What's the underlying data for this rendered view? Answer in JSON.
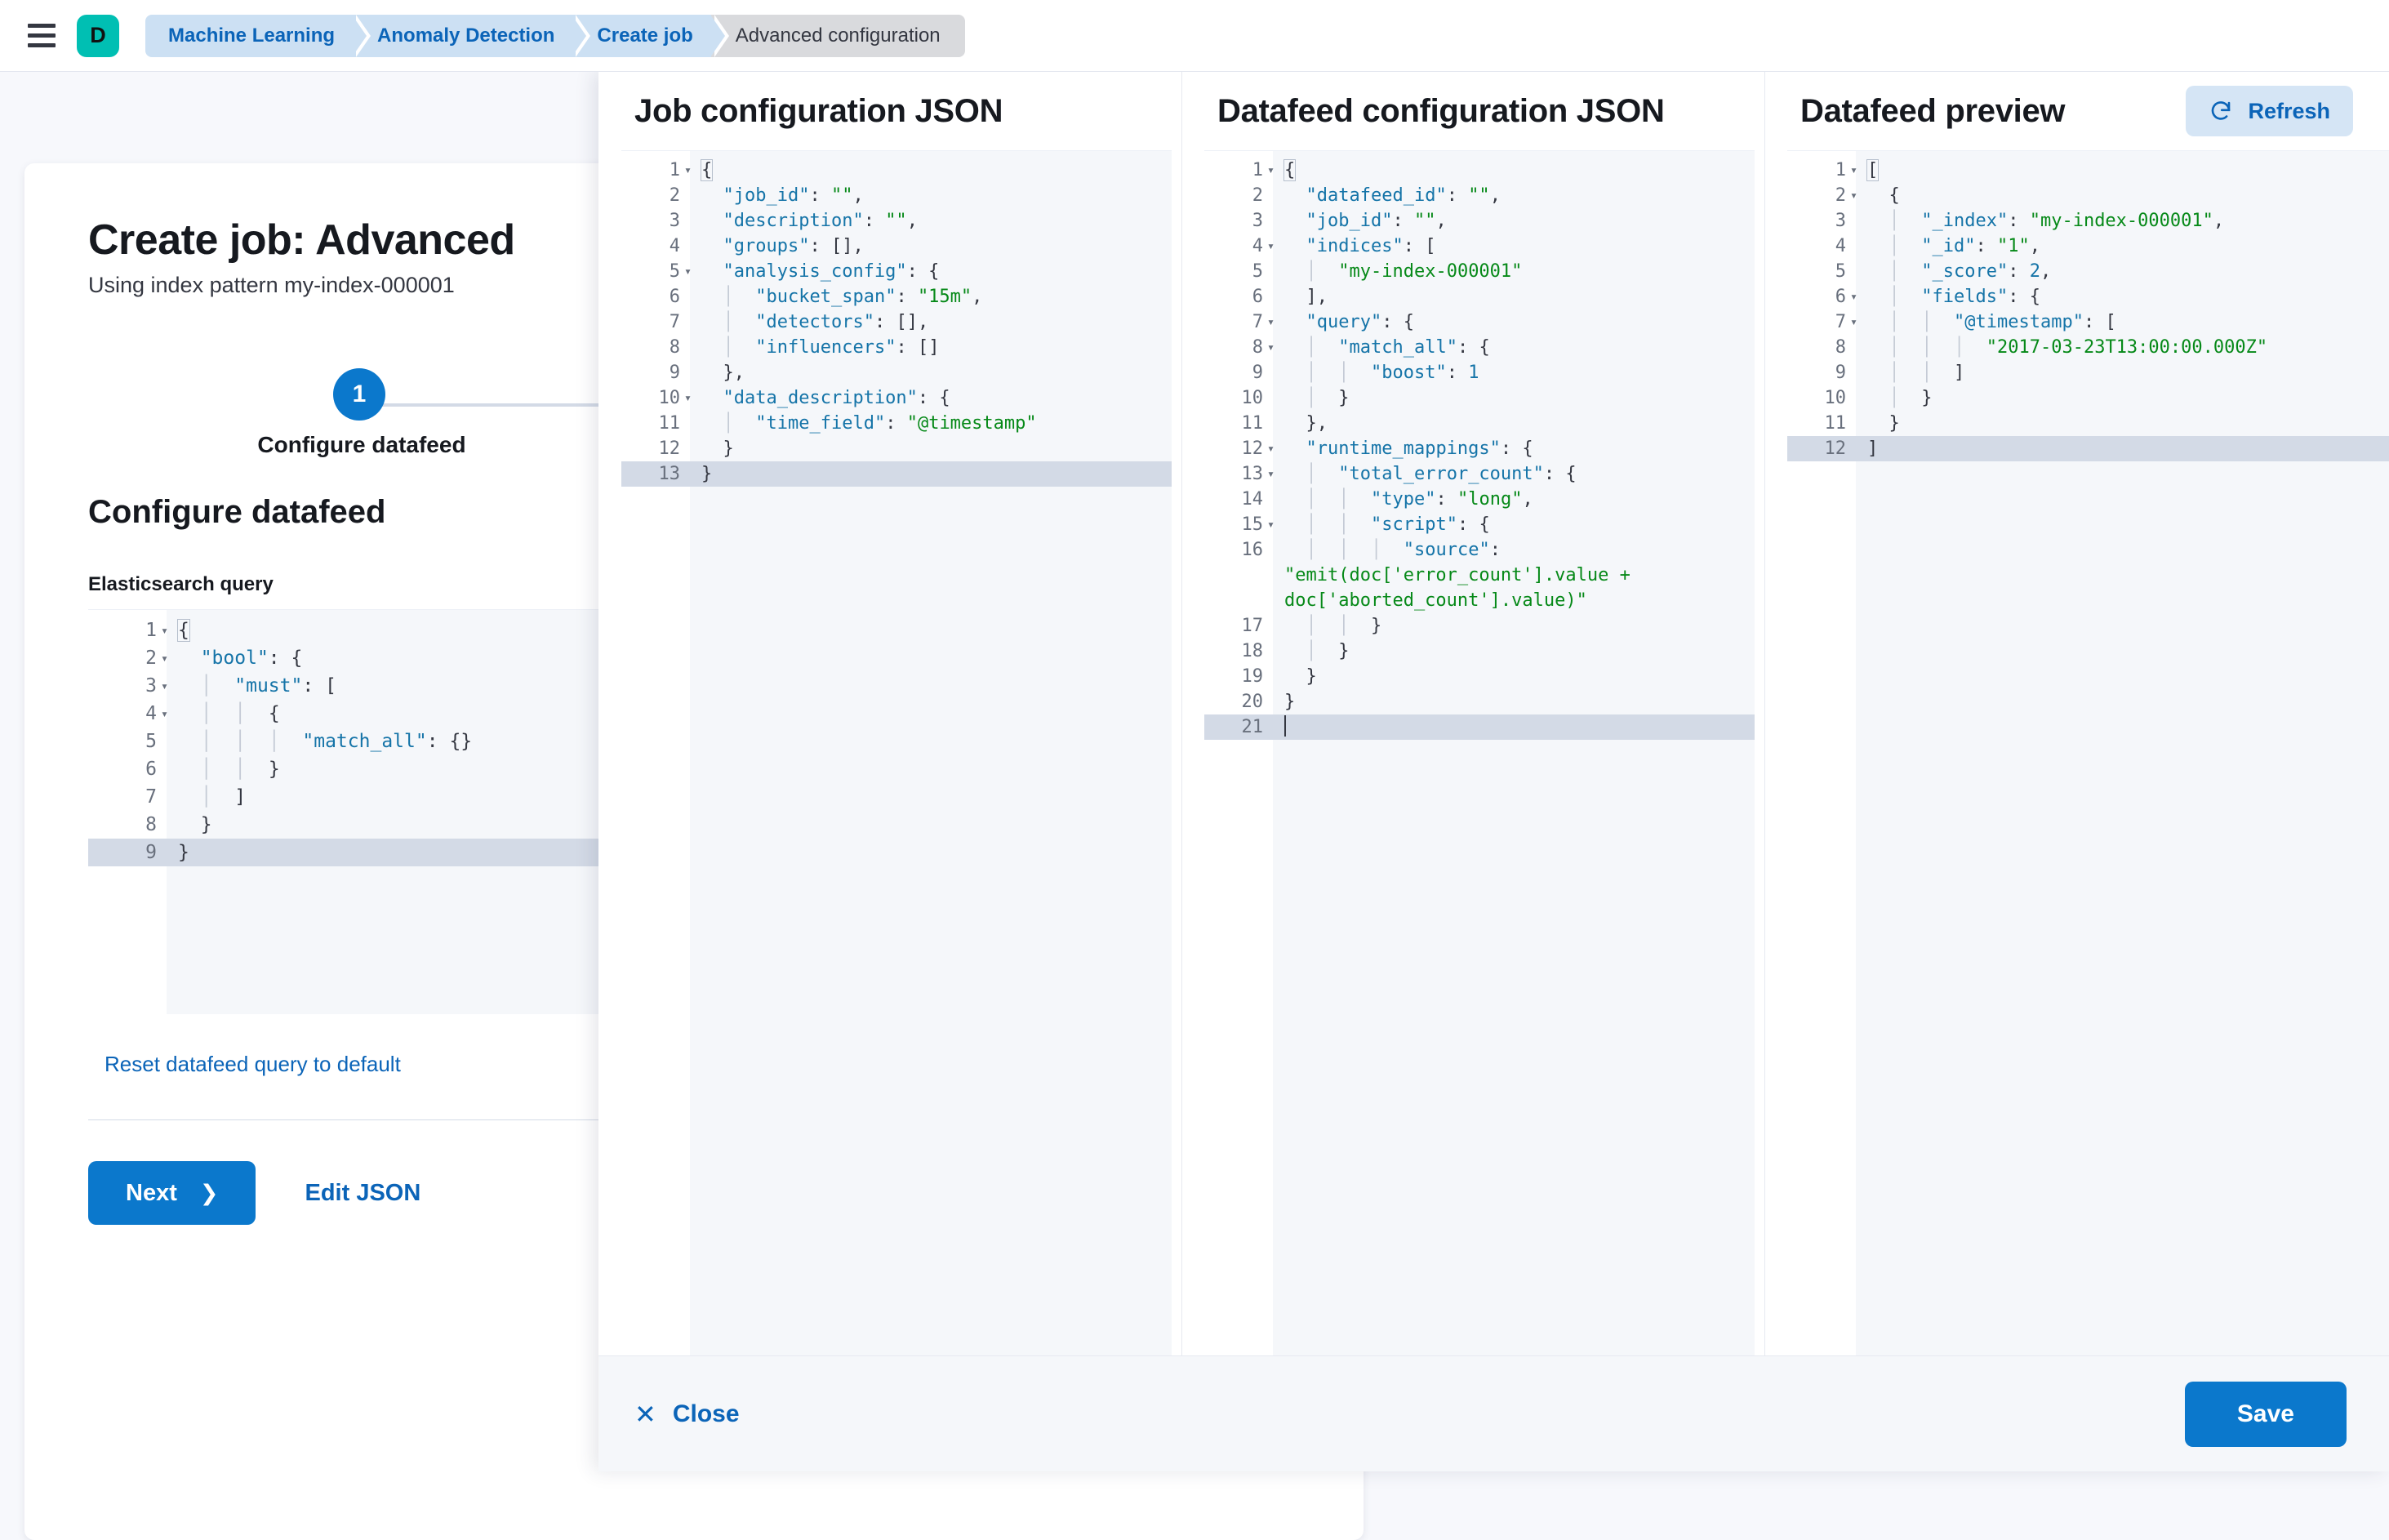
{
  "chrome": {
    "menu_icon": "hamburger-icon",
    "space_avatar_letter": "D",
    "breadcrumbs": [
      {
        "label": "Machine Learning",
        "current": false
      },
      {
        "label": "Anomaly Detection",
        "current": false
      },
      {
        "label": "Create job",
        "current": false
      },
      {
        "label": "Advanced configuration",
        "current": true
      }
    ]
  },
  "wizard": {
    "title": "Create job: Advanced",
    "subtitle": "Using index pattern my-index-000001",
    "step_number": "1",
    "step_label": "Configure datafeed",
    "section_heading": "Configure datafeed",
    "query_label": "Elasticsearch query",
    "reset_link": "Reset datafeed query to default",
    "next_label": "Next",
    "next_chevron": "chevron-right-icon",
    "edit_json_label": "Edit JSON",
    "es_query_editor": {
      "active_line": 9,
      "lines": [
        {
          "n": 1,
          "fold": true,
          "code": "{"
        },
        {
          "n": 2,
          "fold": true,
          "code": "  \"bool\": {"
        },
        {
          "n": 3,
          "fold": true,
          "code": "  |  \"must\": ["
        },
        {
          "n": 4,
          "fold": true,
          "code": "  |  |  {"
        },
        {
          "n": 5,
          "fold": false,
          "code": "  |  |  |  \"match_all\": {}"
        },
        {
          "n": 6,
          "fold": false,
          "code": "  |  |  }"
        },
        {
          "n": 7,
          "fold": false,
          "code": "  |  ]"
        },
        {
          "n": 8,
          "fold": false,
          "code": "  }"
        },
        {
          "n": 9,
          "fold": false,
          "code": "}"
        }
      ]
    }
  },
  "flyout": {
    "panels": [
      {
        "title": "Job configuration JSON",
        "editor": {
          "active_line": 13,
          "lines": [
            {
              "n": 1,
              "fold": true,
              "code": "{"
            },
            {
              "n": 2,
              "fold": false,
              "code": "  \"job_id\": \"\","
            },
            {
              "n": 3,
              "fold": false,
              "code": "  \"description\": \"\","
            },
            {
              "n": 4,
              "fold": false,
              "code": "  \"groups\": [],"
            },
            {
              "n": 5,
              "fold": true,
              "code": "  \"analysis_config\": {"
            },
            {
              "n": 6,
              "fold": false,
              "code": "  |  \"bucket_span\": \"15m\","
            },
            {
              "n": 7,
              "fold": false,
              "code": "  |  \"detectors\": [],"
            },
            {
              "n": 8,
              "fold": false,
              "code": "  |  \"influencers\": []"
            },
            {
              "n": 9,
              "fold": false,
              "code": "  },"
            },
            {
              "n": 10,
              "fold": true,
              "code": "  \"data_description\": {"
            },
            {
              "n": 11,
              "fold": false,
              "code": "  |  \"time_field\": \"@timestamp\""
            },
            {
              "n": 12,
              "fold": false,
              "code": "  }"
            },
            {
              "n": 13,
              "fold": false,
              "code": "}"
            }
          ]
        }
      },
      {
        "title": "Datafeed configuration JSON",
        "editor": {
          "active_line": 21,
          "lines": [
            {
              "n": 1,
              "fold": true,
              "code": "{"
            },
            {
              "n": 2,
              "fold": false,
              "code": "  \"datafeed_id\": \"\","
            },
            {
              "n": 3,
              "fold": false,
              "code": "  \"job_id\": \"\","
            },
            {
              "n": 4,
              "fold": true,
              "code": "  \"indices\": ["
            },
            {
              "n": 5,
              "fold": false,
              "code": "  |  \"my-index-000001\""
            },
            {
              "n": 6,
              "fold": false,
              "code": "  ],"
            },
            {
              "n": 7,
              "fold": true,
              "code": "  \"query\": {"
            },
            {
              "n": 8,
              "fold": true,
              "code": "  |  \"match_all\": {"
            },
            {
              "n": 9,
              "fold": false,
              "code": "  |  |  \"boost\": 1"
            },
            {
              "n": 10,
              "fold": false,
              "code": "  |  }"
            },
            {
              "n": 11,
              "fold": false,
              "code": "  },"
            },
            {
              "n": 12,
              "fold": true,
              "code": "  \"runtime_mappings\": {"
            },
            {
              "n": 13,
              "fold": true,
              "code": "  |  \"total_error_count\": {"
            },
            {
              "n": 14,
              "fold": false,
              "code": "  |  |  \"type\": \"long\","
            },
            {
              "n": 15,
              "fold": true,
              "code": "  |  |  \"script\": {"
            },
            {
              "n": 16,
              "fold": false,
              "code": "  |  |  |  \"source\": \"emit(doc['error_count'].value + doc['aborted_count'].value)\""
            },
            {
              "n": 17,
              "fold": false,
              "code": "  |  |  }"
            },
            {
              "n": 18,
              "fold": false,
              "code": "  |  }"
            },
            {
              "n": 19,
              "fold": false,
              "code": "  }"
            },
            {
              "n": 20,
              "fold": false,
              "code": "}"
            },
            {
              "n": 21,
              "fold": false,
              "code": ""
            }
          ]
        }
      },
      {
        "title": "Datafeed preview",
        "refresh_label": "Refresh",
        "refresh_icon": "refresh-icon",
        "editor": {
          "active_line": 12,
          "lines": [
            {
              "n": 1,
              "fold": true,
              "code": "["
            },
            {
              "n": 2,
              "fold": true,
              "code": "  {"
            },
            {
              "n": 3,
              "fold": false,
              "code": "  |  \"_index\": \"my-index-000001\","
            },
            {
              "n": 4,
              "fold": false,
              "code": "  |  \"_id\": \"1\","
            },
            {
              "n": 5,
              "fold": false,
              "code": "  |  \"_score\": 2,"
            },
            {
              "n": 6,
              "fold": true,
              "code": "  |  \"fields\": {"
            },
            {
              "n": 7,
              "fold": true,
              "code": "  |  |  \"@timestamp\": ["
            },
            {
              "n": 8,
              "fold": false,
              "code": "  |  |  |  \"2017-03-23T13:00:00.000Z\""
            },
            {
              "n": 9,
              "fold": false,
              "code": "  |  |  ]"
            },
            {
              "n": 10,
              "fold": false,
              "code": "  |  }"
            },
            {
              "n": 11,
              "fold": false,
              "code": "  }"
            },
            {
              "n": 12,
              "fold": false,
              "code": "]"
            }
          ]
        }
      }
    ],
    "close_label": "Close",
    "close_icon": "close-icon",
    "save_label": "Save"
  },
  "colors": {
    "primary": "#0B78CC",
    "link": "#0B64B8",
    "brand_teal": "#00BFB3",
    "json_key": "#1574A8",
    "json_string": "#068918",
    "active_line": "#D3DAE6",
    "editor_bg": "#F5F7FA"
  }
}
